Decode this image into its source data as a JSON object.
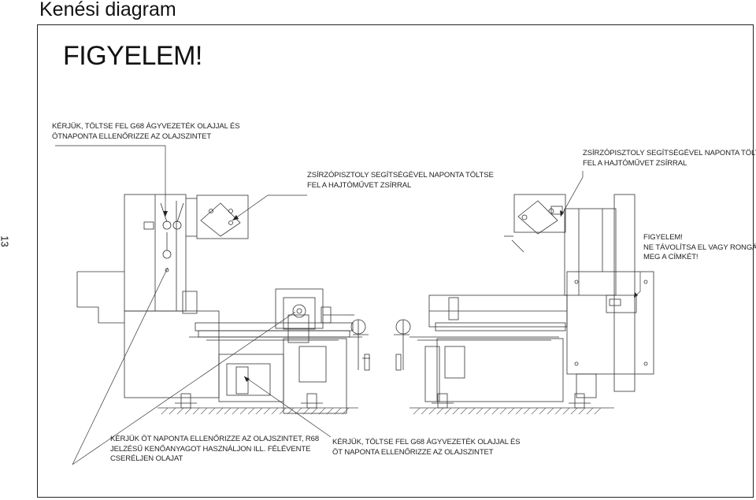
{
  "page": {
    "heading": "Kenési diagram",
    "page_number": "13"
  },
  "warning_title": "FIGYELEM!",
  "notes": {
    "top_left": {
      "line1": "KÉRJÜK, TÖLTSE FEL G68 ÁGYVEZETÉK OLAJJAL ÉS",
      "line2": "ÖTNAPONTA ELLENŐRIZZE AZ OLAJSZINTET"
    },
    "middle_left": {
      "line1": "ZSÍRZÓPISZTOLY SEGÍTSÉGÉVEL NAPONTA TÖLTSE",
      "line2": "FEL A HAJTÓMŰVET ZSÍRRAL"
    },
    "top_right": {
      "line1": "ZSÍRZÓPISZTOLY SEGÍTSÉGÉVEL NAPONTA TÖLTSE",
      "line2": "FEL A HAJTÓMŰVET ZSÍRRAL"
    },
    "label_warning": {
      "line1": "FIGYELEM!",
      "line2": "NE TÁVOLÍTSA EL VAGY RONGÁLJA",
      "line3": "MEG A CÍMKÉT!"
    },
    "bottom_left": {
      "line1": "KÉRJÜK ÖT NAPONTA ELLENŐRIZZE AZ OLAJSZINTET, R68",
      "line2": "JELZÉSŰ KENŐANYAGOT HASZNÁLJON ILL. FÉLÉVENTE",
      "line3": "CSERÉLJEN OLAJAT"
    },
    "bottom_middle": {
      "line1": "KÉRJÜK, TÖLTSE FEL G68 ÁGYVEZETÉK OLAJJAL ÉS",
      "line2": "ÖT NAPONTA ELLENŐRIZZE AZ OLAJSZINTET"
    }
  }
}
